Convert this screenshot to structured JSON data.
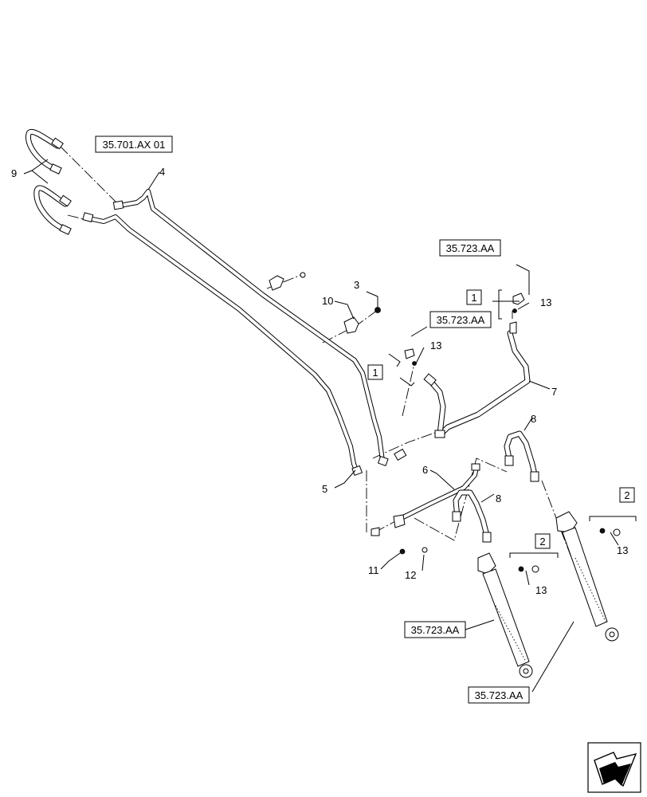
{
  "callouts": {
    "c1": "9",
    "c2": "4",
    "c3": "3",
    "c4": "10",
    "c5": "13",
    "c6": "13",
    "c7": "7",
    "c8": "8",
    "c9": "6",
    "c10": "8",
    "c11": "5",
    "c12": "11",
    "c13": "12",
    "c14": "13",
    "c15": "13"
  },
  "refs": {
    "r1": "35.701.AX 01",
    "r2": "35.723.AA",
    "r3": "35.723.AA",
    "r4": "35.723.AA",
    "r5": "35.723.AA"
  },
  "boxes": {
    "b1": "1",
    "b2": "1",
    "b3": "2",
    "b4": "2"
  },
  "icons": {
    "nav": "nav-arrow-icon"
  }
}
